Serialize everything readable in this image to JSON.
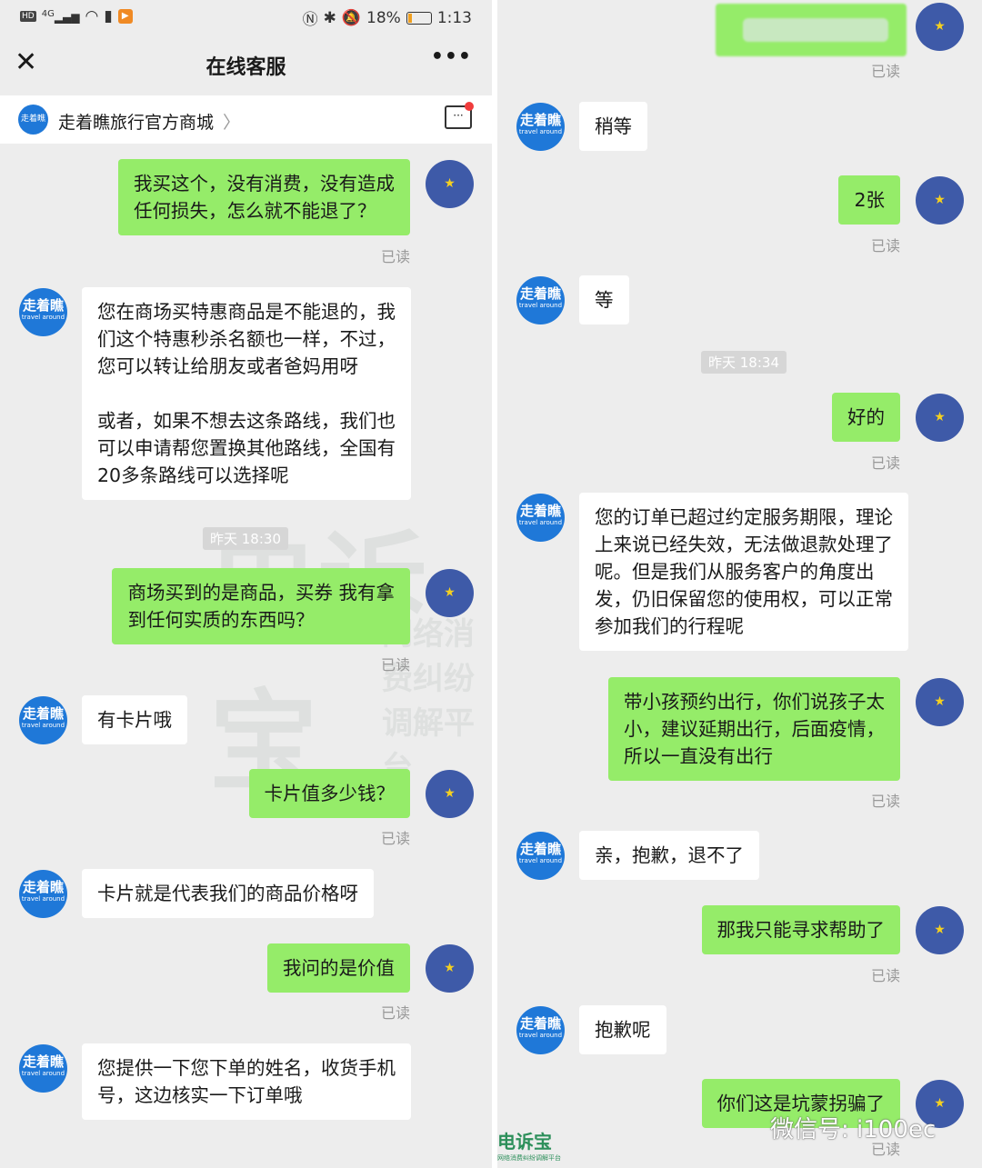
{
  "status": {
    "network": "4G",
    "battery": "18%",
    "time": "1:13",
    "battery_level": 0.18
  },
  "header": {
    "title": "在线客服",
    "close_icon": "close-icon",
    "more_icon": "more-icon"
  },
  "shop": {
    "name": "走着瞧旅行官方商城",
    "logo_text": "走着瞧",
    "chat_icon": "chat-list-icon"
  },
  "avatar": {
    "agent_text": "走着瞧",
    "agent_sub": "travel around",
    "user_icon": "star-icon"
  },
  "read_label": "已读",
  "left": {
    "messages": [
      {
        "from": "user",
        "text": "我买这个，没有消费，没有造成\n任何损失，怎么就不能退了？",
        "read": true
      },
      {
        "from": "agent",
        "text": "您在商场买特惠商品是不能退的，我\n们这个特惠秒杀名额也一样，不过，\n您可以转让给朋友或者爸妈用呀\n\n或者，如果不想去这条路线，我们也\n可以申请帮您置换其他路线，全国有\n20多条路线可以选择呢"
      },
      {
        "from": "time",
        "text": "昨天 18:30"
      },
      {
        "from": "user",
        "text": "商场买到的是商品，买券 我有拿\n到任何实质的东西吗？",
        "read": true
      },
      {
        "from": "agent",
        "text": "有卡片哦"
      },
      {
        "from": "user",
        "text": "卡片值多少钱？",
        "read": true
      },
      {
        "from": "agent",
        "text": "卡片就是代表我们的商品价格呀"
      },
      {
        "from": "user",
        "text": "我问的是价值",
        "read": true
      },
      {
        "from": "agent",
        "text": "您提供一下您下单的姓名，收货手机\n号，这边核实一下订单哦"
      }
    ]
  },
  "right": {
    "messages": [
      {
        "from": "user-blurred",
        "text": "",
        "read": true
      },
      {
        "from": "agent",
        "text": "稍等"
      },
      {
        "from": "user",
        "text": "2张",
        "read": true
      },
      {
        "from": "agent",
        "text": "等"
      },
      {
        "from": "time",
        "text": "昨天 18:34"
      },
      {
        "from": "user",
        "text": "好的",
        "read": true
      },
      {
        "from": "agent",
        "text": "您的订单已超过约定服务期限，理论\n上来说已经失效，无法做退款处理了\n呢。但是我们从服务客户的角度出\n发，仍旧保留您的使用权，可以正常\n参加我们的行程呢"
      },
      {
        "from": "user",
        "text": "带小孩预约出行，你们说孩子太\n小，建议延期出行，后面疫情，\n所以一直没有出行",
        "read": true
      },
      {
        "from": "agent",
        "text": "亲，抱歉，退不了"
      },
      {
        "from": "user",
        "text": "那我只能寻求帮助了",
        "read": true
      },
      {
        "from": "agent",
        "text": "抱歉呢"
      },
      {
        "from": "user",
        "text": "你们这是坑蒙拐骗了",
        "read": true
      }
    ]
  },
  "watermark": {
    "brand": "电诉宝",
    "tagline": "网络消费纠纷调解平台",
    "wechat": "微信号: i100ec"
  }
}
